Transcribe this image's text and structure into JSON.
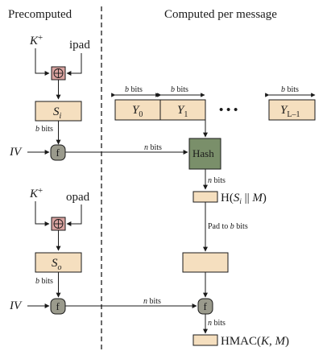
{
  "headers": {
    "left": "Precomputed",
    "right": "Computed per message"
  },
  "inputs": {
    "k_plus_1": "K+",
    "ipad": "ipad",
    "k_plus_2": "K+",
    "opad": "opad",
    "iv_1": "IV",
    "iv_2": "IV"
  },
  "boxes": {
    "si": "S",
    "si_sub": "i",
    "so": "S",
    "so_sub": "o",
    "hash": "Hash",
    "y0": "Y",
    "y0_sub": "0",
    "y1": "Y",
    "y1_sub": "1",
    "yl": "Y",
    "yl_sub": "L–1",
    "f": "f",
    "xor": "⊕"
  },
  "labels": {
    "b_bits": "b bits",
    "n_bits": "n bits",
    "pad_to_b_bits": "Pad to b bits",
    "ellipsis": "• • •",
    "h_result": "H(S || M)",
    "hmac": "HMAC(K, M)"
  },
  "colors": {
    "tan": "#f5dfbf",
    "hash_green": "#7a8f6a",
    "f_gray": "#9a9a8c",
    "xor_pink": "#d9a3a0",
    "stroke": "#1a1a1a"
  }
}
